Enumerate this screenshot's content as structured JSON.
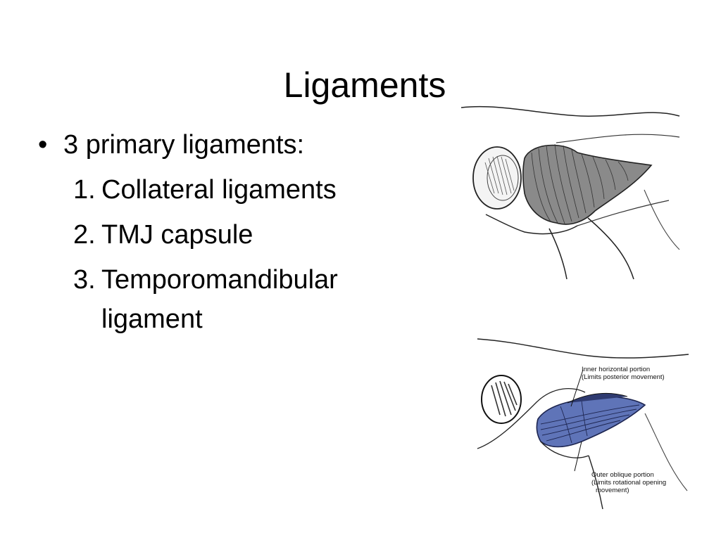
{
  "slide": {
    "title": "Ligaments",
    "bullet": "3 primary ligaments:",
    "items": [
      {
        "num": "1.",
        "text": "Collateral ligaments"
      },
      {
        "num": "2.",
        "text": "TMJ capsule"
      },
      {
        "num": "3.",
        "text": "Temporomandibular ligament"
      }
    ]
  },
  "figure2": {
    "label_inner_1": "Inner horizontal portion",
    "label_inner_2": "(Limits posterior movement)",
    "label_outer_1": "Outer oblique portion",
    "label_outer_2": "(Limits rotational opening",
    "label_outer_3": "movement)"
  },
  "colors": {
    "ligament_blue": "#5f74b8",
    "capsule_gray": "#8a8a8a"
  }
}
